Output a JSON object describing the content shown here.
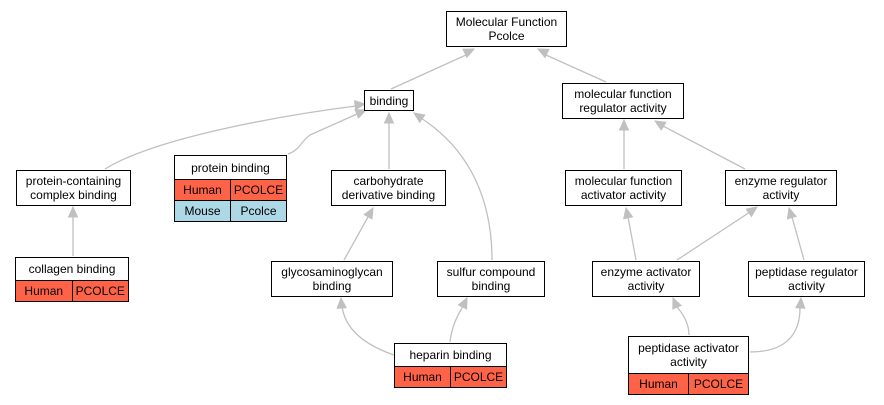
{
  "colors": {
    "human": "#ff6347",
    "mouse": "#add8e6",
    "edge": "#c0c0c0",
    "border": "#000000"
  },
  "nodes": {
    "root": {
      "lines": [
        "Molecular Function",
        "Pcolce"
      ]
    },
    "binding": {
      "lines": [
        "binding"
      ]
    },
    "mf_regulator": {
      "lines": [
        "molecular function",
        "regulator activity"
      ]
    },
    "protein_complex_binding": {
      "lines": [
        "protein-containing",
        "complex binding"
      ]
    },
    "protein_binding": {
      "lines": [
        "protein binding"
      ],
      "genes": [
        {
          "species": "Human",
          "symbol": "PCOLCE"
        },
        {
          "species": "Mouse",
          "symbol": "Pcolce"
        }
      ]
    },
    "carb_binding": {
      "lines": [
        "carbohydrate",
        "derivative binding"
      ]
    },
    "mf_activator": {
      "lines": [
        "molecular function",
        "activator activity"
      ]
    },
    "enzyme_regulator": {
      "lines": [
        "enzyme regulator",
        "activity"
      ]
    },
    "collagen_binding": {
      "lines": [
        "collagen binding"
      ],
      "genes": [
        {
          "species": "Human",
          "symbol": "PCOLCE"
        }
      ]
    },
    "gag_binding": {
      "lines": [
        "glycosaminoglycan",
        "binding"
      ]
    },
    "sulfur_binding": {
      "lines": [
        "sulfur compound",
        "binding"
      ]
    },
    "enzyme_activator": {
      "lines": [
        "enzyme activator",
        "activity"
      ]
    },
    "peptidase_regulator": {
      "lines": [
        "peptidase regulator",
        "activity"
      ]
    },
    "heparin_binding": {
      "lines": [
        "heparin binding"
      ],
      "genes": [
        {
          "species": "Human",
          "symbol": "PCOLCE"
        }
      ]
    },
    "peptidase_activator": {
      "lines": [
        "peptidase activator",
        "activity"
      ],
      "genes": [
        {
          "species": "Human",
          "symbol": "PCOLCE"
        }
      ]
    }
  }
}
